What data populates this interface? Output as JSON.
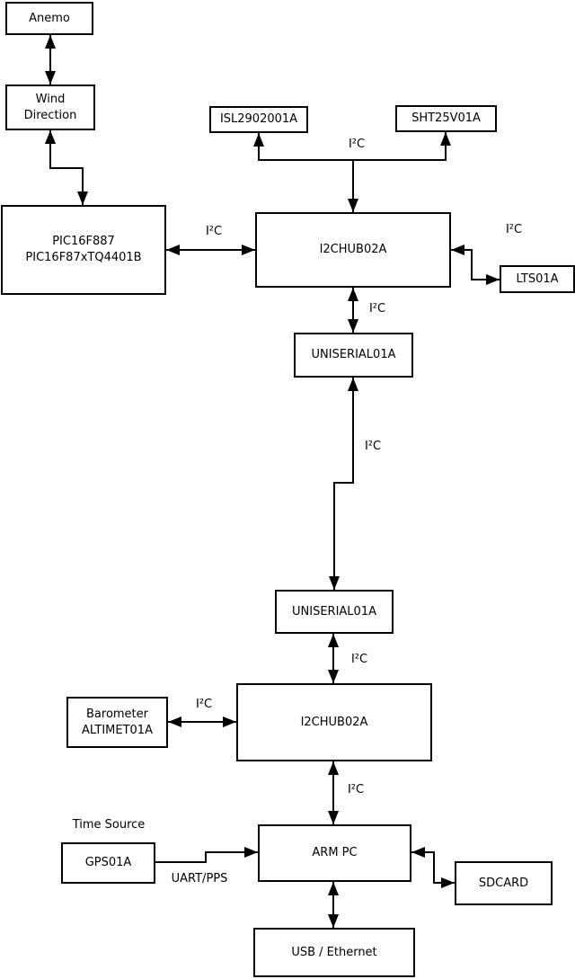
{
  "nodes": {
    "anemo": {
      "label": "Anemo"
    },
    "wind_direction": {
      "label": "Wind\nDirection"
    },
    "pic": {
      "label": "PIC16F887\nPIC16F87xTQ4401B"
    },
    "isl": {
      "label": "ISL2902001A"
    },
    "sht": {
      "label": "SHT25V01A"
    },
    "i2chub1": {
      "label": "I2CHUB02A"
    },
    "lts": {
      "label": "LTS01A"
    },
    "uniserial1": {
      "label": "UNISERIAL01A"
    },
    "uniserial2": {
      "label": "UNISERIAL01A"
    },
    "i2chub2": {
      "label": "I2CHUB02A"
    },
    "barometer": {
      "label": "Barometer\nALTIMET01A"
    },
    "gps": {
      "label": "GPS01A"
    },
    "armpc": {
      "label": "ARM PC"
    },
    "sdcard": {
      "label": "SDCARD"
    },
    "usb_ethernet": {
      "label": "USB / Ethernet"
    }
  },
  "edge_labels": {
    "i2c": "I²C",
    "uart_pps": "UART/PPS",
    "time_source": "Time Source"
  },
  "edges": [
    {
      "from": "anemo",
      "to": "wind_direction",
      "bidirectional": true,
      "label": ""
    },
    {
      "from": "wind_direction",
      "to": "pic",
      "bidirectional": true,
      "label": ""
    },
    {
      "from": "pic",
      "to": "i2chub1",
      "bidirectional": true,
      "label": "I²C"
    },
    {
      "from": "i2chub1",
      "to": "isl",
      "bidirectional": true,
      "label": "I²C"
    },
    {
      "from": "i2chub1",
      "to": "sht",
      "bidirectional": true,
      "label": "I²C"
    },
    {
      "from": "i2chub1",
      "to": "lts",
      "bidirectional": true,
      "label": "I²C"
    },
    {
      "from": "i2chub1",
      "to": "uniserial1",
      "bidirectional": true,
      "label": "I²C"
    },
    {
      "from": "uniserial1",
      "to": "uniserial2",
      "bidirectional": true,
      "label": "I²C"
    },
    {
      "from": "uniserial2",
      "to": "i2chub2",
      "bidirectional": true,
      "label": "I²C"
    },
    {
      "from": "barometer",
      "to": "i2chub2",
      "bidirectional": true,
      "label": "I²C"
    },
    {
      "from": "i2chub2",
      "to": "armpc",
      "bidirectional": true,
      "label": "I²C"
    },
    {
      "from": "gps",
      "to": "armpc",
      "bidirectional": false,
      "label": "UART/PPS"
    },
    {
      "from": "armpc",
      "to": "sdcard",
      "bidirectional": true,
      "label": ""
    },
    {
      "from": "armpc",
      "to": "usb_ethernet",
      "bidirectional": true,
      "label": ""
    }
  ],
  "colors": {
    "line": "#000000",
    "text": "#000000",
    "box_fill": "#ffffff",
    "background": "#ffffff"
  }
}
